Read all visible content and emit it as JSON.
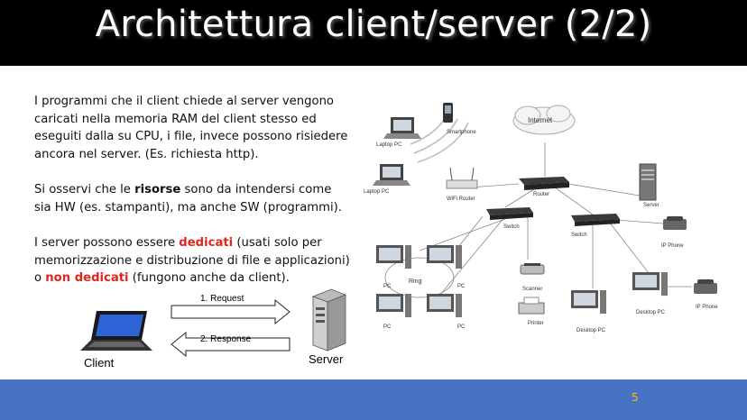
{
  "slide": {
    "title": "Architettura client/server (2/2)",
    "paragraph1": "I programmi che il client chiede al server vengono caricati nella memoria RAM del client stesso ed eseguiti dalla su CPU, i file, invece possono risiedere ancora nel server. (Es. richiesta http).",
    "p2_before": "Si osservi che le ",
    "p2_bold": "risorse",
    "p2_after": " sono da intendersi come sia HW (es. stampanti), ma anche SW (programmi).",
    "p3_a": "I server possono essere ",
    "p3_dedicati": "dedicati",
    "p3_b": " (usati solo per memorizzazione e distribuzione di file e applicazioni) o ",
    "p3_non_dedicati": "non dedicati",
    "p3_c": " (fungono anche da client).",
    "page_number": "5"
  },
  "client_server_diagram": {
    "client_label": "Client",
    "server_label": "Server",
    "request_label": "1. Request",
    "response_label": "2. Response"
  },
  "network_diagram": {
    "internet": "Internet",
    "laptop1": "Laptop PC",
    "laptop2": "Laptop PC",
    "smartphone": "Smartphone",
    "wifi_router": "WiFi Router",
    "router": "Router",
    "server": "Server",
    "switch1": "Switch",
    "switch2": "Switch",
    "ip_phone1": "IP Phone",
    "ip_phone2": "IP Phone",
    "ring": "Ring",
    "pc1": "PC",
    "pc2": "PC",
    "pc3": "PC",
    "pc4": "PC",
    "scanner": "Scanner",
    "printer": "Printer",
    "desktop1": "Desktop PC",
    "desktop2": "Desktop PC"
  },
  "colors": {
    "title_bg": "#000000",
    "footer_bg": "#4673c4",
    "highlight": "#e0261d",
    "page_number": "#ffc000"
  }
}
